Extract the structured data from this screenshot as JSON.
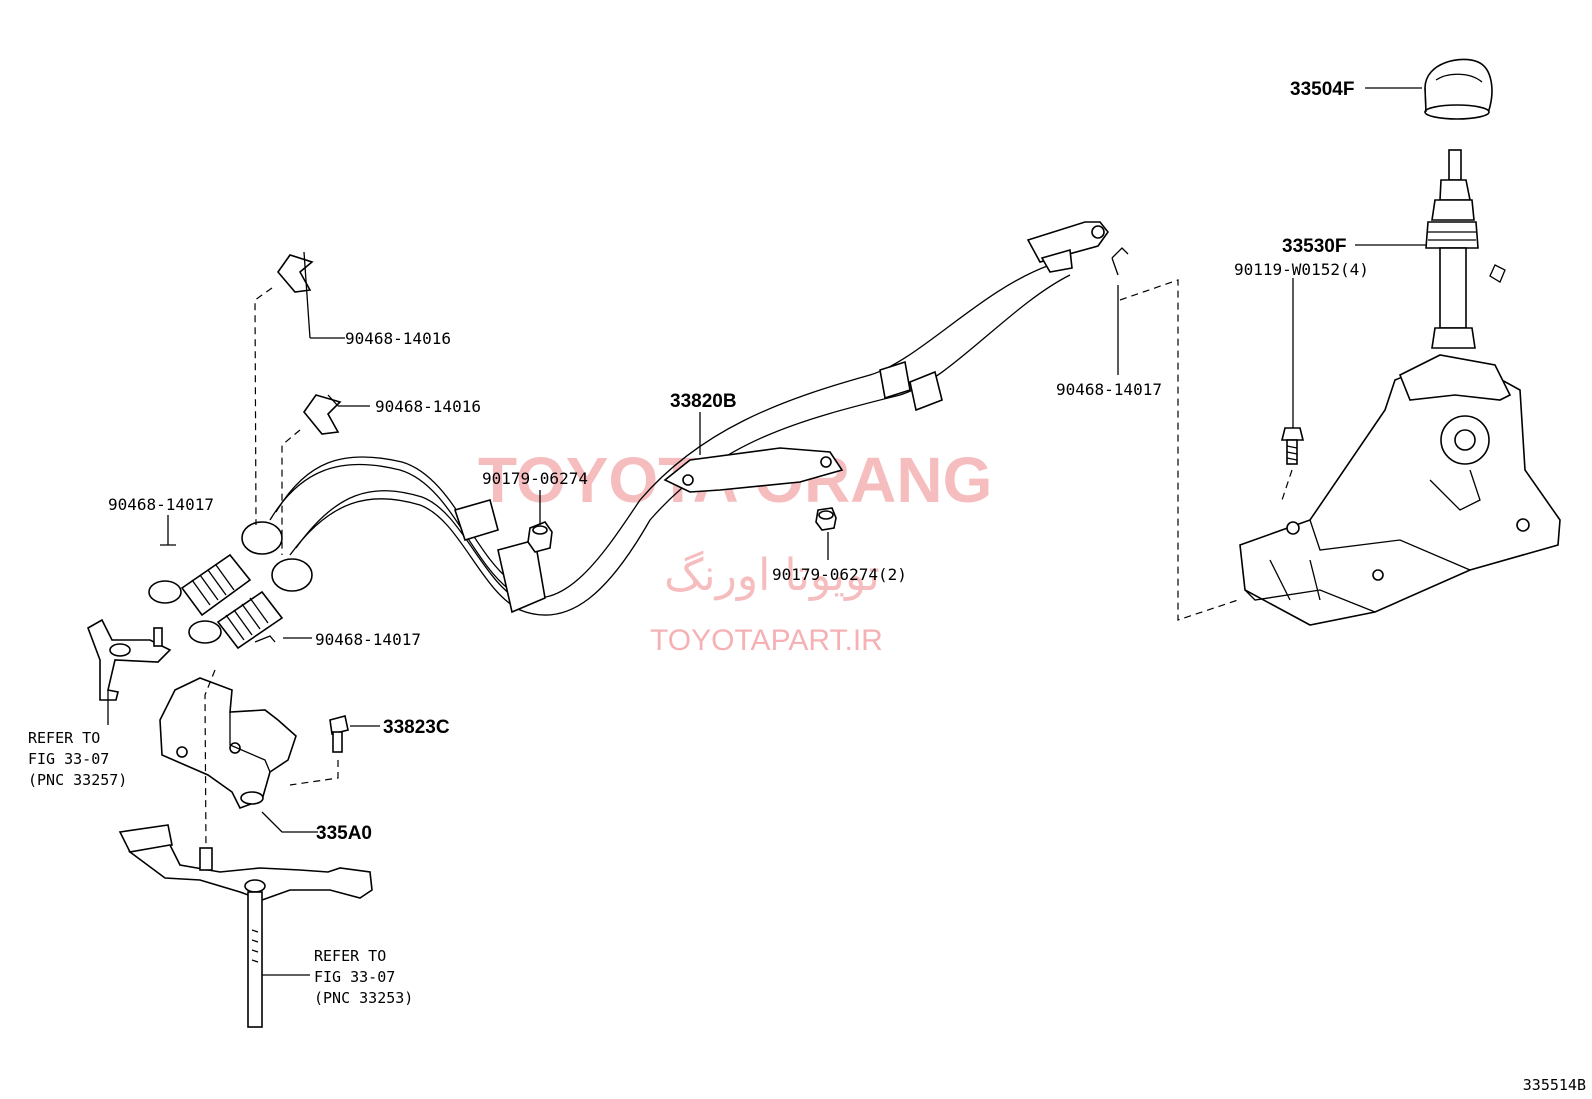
{
  "diagram": {
    "figure_code": "335514B",
    "watermark": {
      "brand": "TOYOTA ORANG",
      "persian": "تویوتا اورنگ",
      "site": "TOYOTAPART.IR"
    },
    "labels": {
      "knob": "33504F",
      "boot": "33530F",
      "shifter_bolt": "90119-W0152(4)",
      "clip_right": "90468-14017",
      "cable": "33820B",
      "nut_left": "90179-06274",
      "nut_right": "90179-06274(2)",
      "clip_upper_1": "90468-14016",
      "clip_upper_2": "90468-14016",
      "pin_left": "90468-14017",
      "pin_center": "90468-14017",
      "bracket_bolt": "33823C",
      "bracket": "335A0"
    },
    "refer_1": {
      "line1": "REFER TO",
      "line2": "FIG 33-07",
      "line3": "(PNC 33257)"
    },
    "refer_2": {
      "line1": "REFER TO",
      "line2": "FIG 33-07",
      "line3": "(PNC 33253)"
    }
  }
}
